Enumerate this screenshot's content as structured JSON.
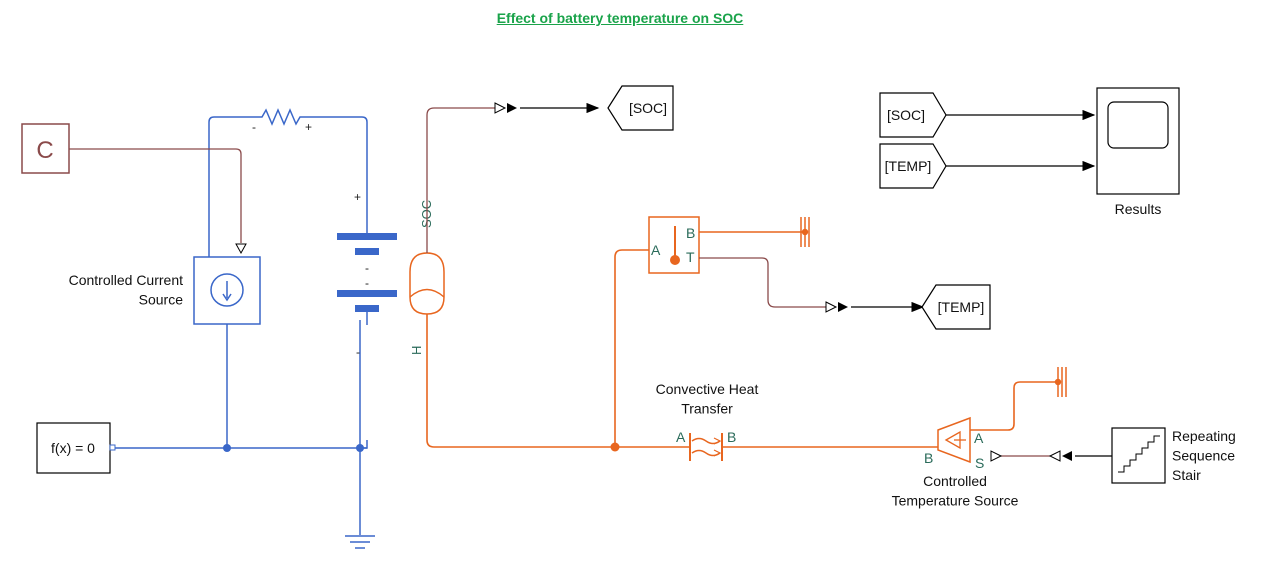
{
  "title": "Effect of battery temperature on SOC",
  "colors": {
    "title": "#1aa34a",
    "electrical": "#3a67c9",
    "thermal": "#e8661f",
    "signal": "#000000",
    "physical_signal": "#8a4a4a"
  },
  "blocks": {
    "constant_symbol": "C",
    "controlled_current_source": "Controlled Current\nSource",
    "solver_config": "f(x) = 0",
    "battery": {
      "plus": "+",
      "minus": "-",
      "soc_port": "SOC",
      "h_port": "H"
    },
    "resistor": {
      "minus": "-",
      "plus": "+"
    },
    "goto_soc": "[SOC]",
    "goto_temp": "[TEMP]",
    "from_soc": "[SOC]",
    "from_temp": "[TEMP]",
    "scope": "Results",
    "temp_sensor": {
      "port_a": "A",
      "port_b": "B",
      "port_t": "T"
    },
    "convective_heat_transfer": {
      "label": "Convective Heat\nTransfer",
      "port_a": "A",
      "port_b": "B"
    },
    "controlled_temperature_source": {
      "label": "Controlled\nTemperature Source",
      "port_a": "A",
      "port_b": "B",
      "port_s": "S"
    },
    "repeating_sequence_stair": "Repeating\nSequence\nStair"
  }
}
